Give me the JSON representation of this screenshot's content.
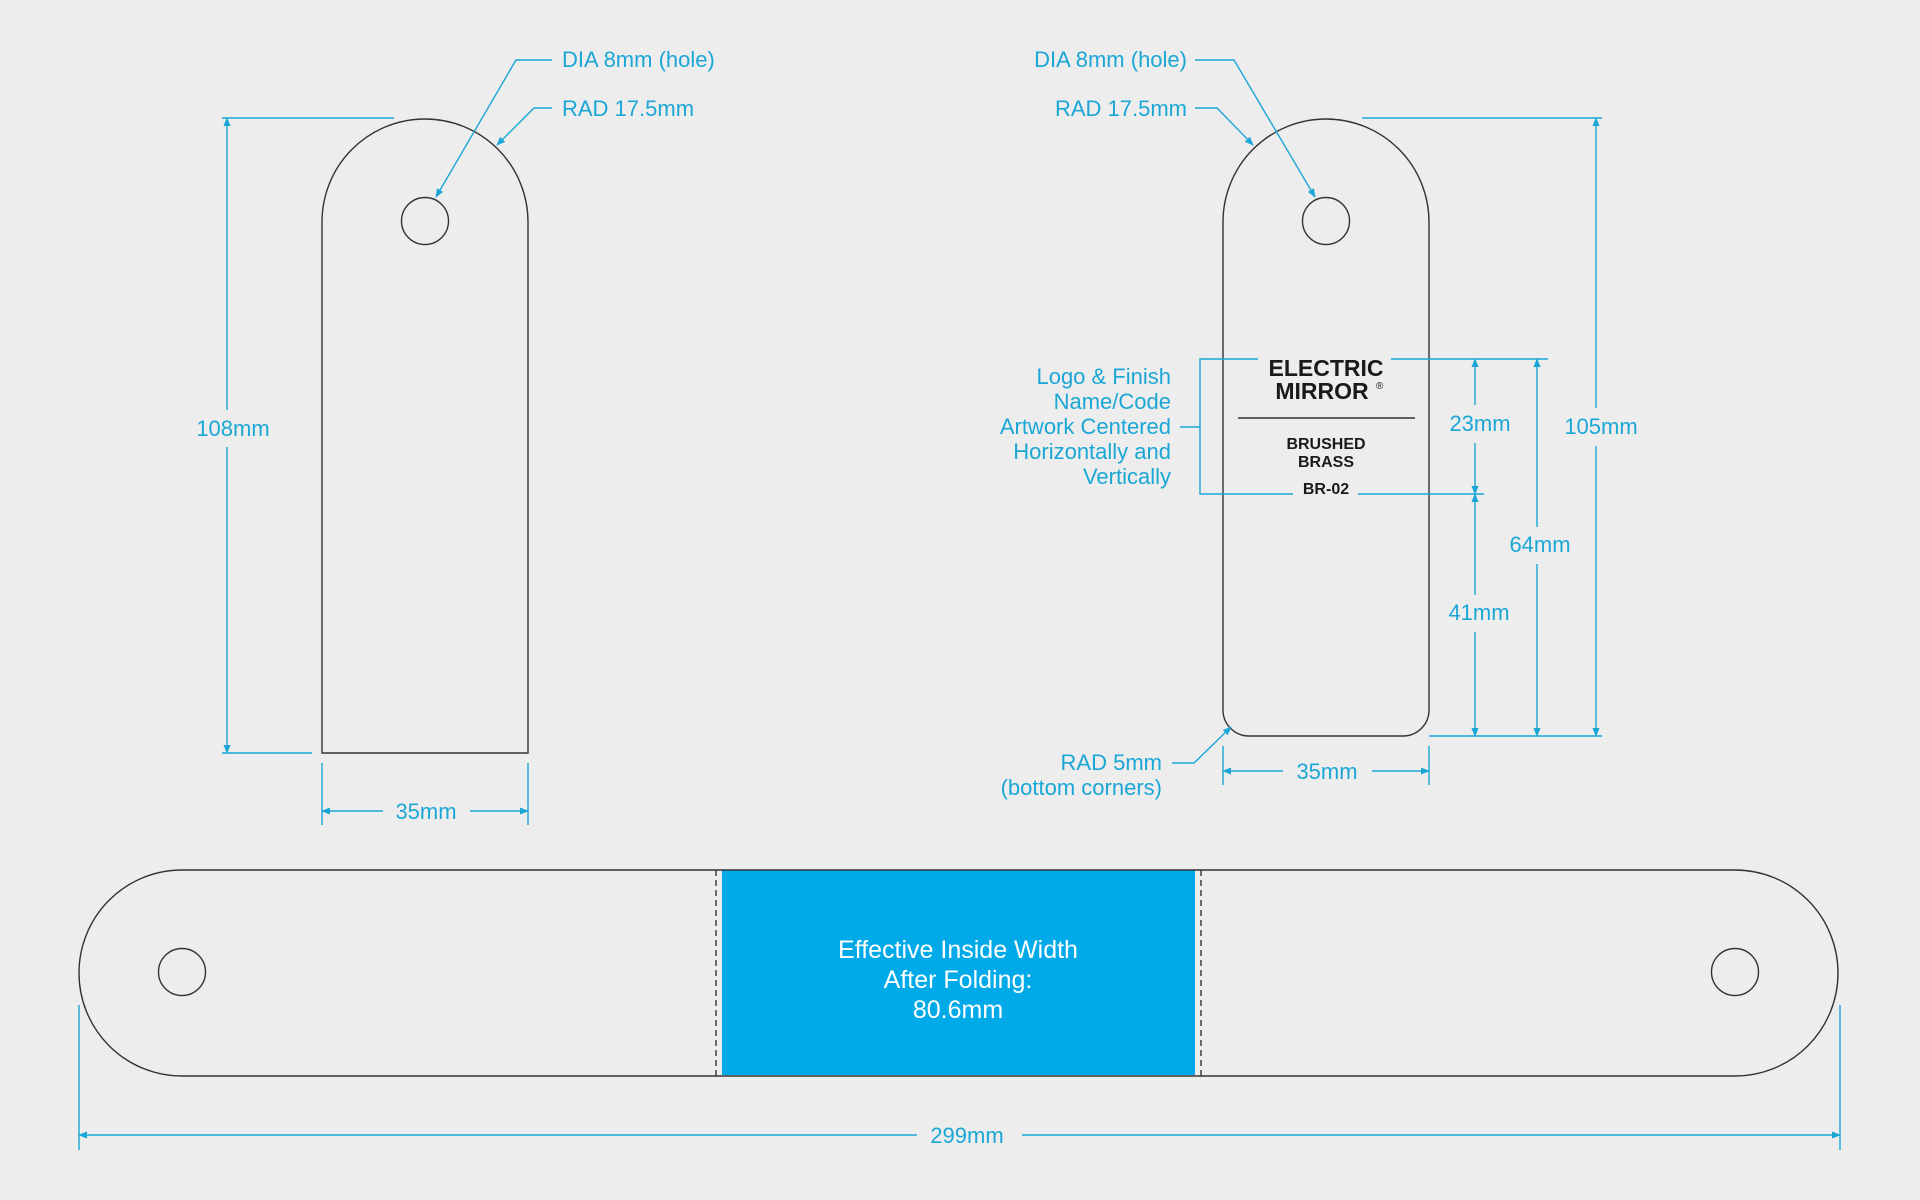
{
  "colors": {
    "background": "#ededed",
    "dimension": "#1ba7d6",
    "outline": "#333333",
    "highlight": "#00a9e8",
    "text_dark": "#1a1a1a",
    "text_light": "#ffffff"
  },
  "flat_tag": {
    "hole_label": "DIA 8mm (hole)",
    "radius_label": "RAD 17.5mm",
    "height_label": "108mm",
    "width_label": "35mm"
  },
  "folded_tag": {
    "hole_label": "DIA 8mm (hole)",
    "radius_label": "RAD 17.5mm",
    "artwork_note": [
      "Logo & Finish",
      "Name/Code",
      "Artwork Centered",
      "Horizontally and",
      "Vertically"
    ],
    "logo_line1": "ELECTRIC",
    "logo_line2": "MIRROR",
    "registered_mark": "®",
    "finish_line1": "BRUSHED",
    "finish_line2": "BRASS",
    "finish_code": "BR-02",
    "artwork_height_label": "23mm",
    "lower_height_label": "41mm",
    "combined_height_label": "64mm",
    "overall_height_label": "105mm",
    "bottom_radius_line1": "RAD 5mm",
    "bottom_radius_line2": "(bottom corners)",
    "width_label": "35mm"
  },
  "unfolded_strap": {
    "center_line1": "Effective Inside Width",
    "center_line2": "After Folding:",
    "center_line3": "80.6mm",
    "length_label": "299mm"
  }
}
